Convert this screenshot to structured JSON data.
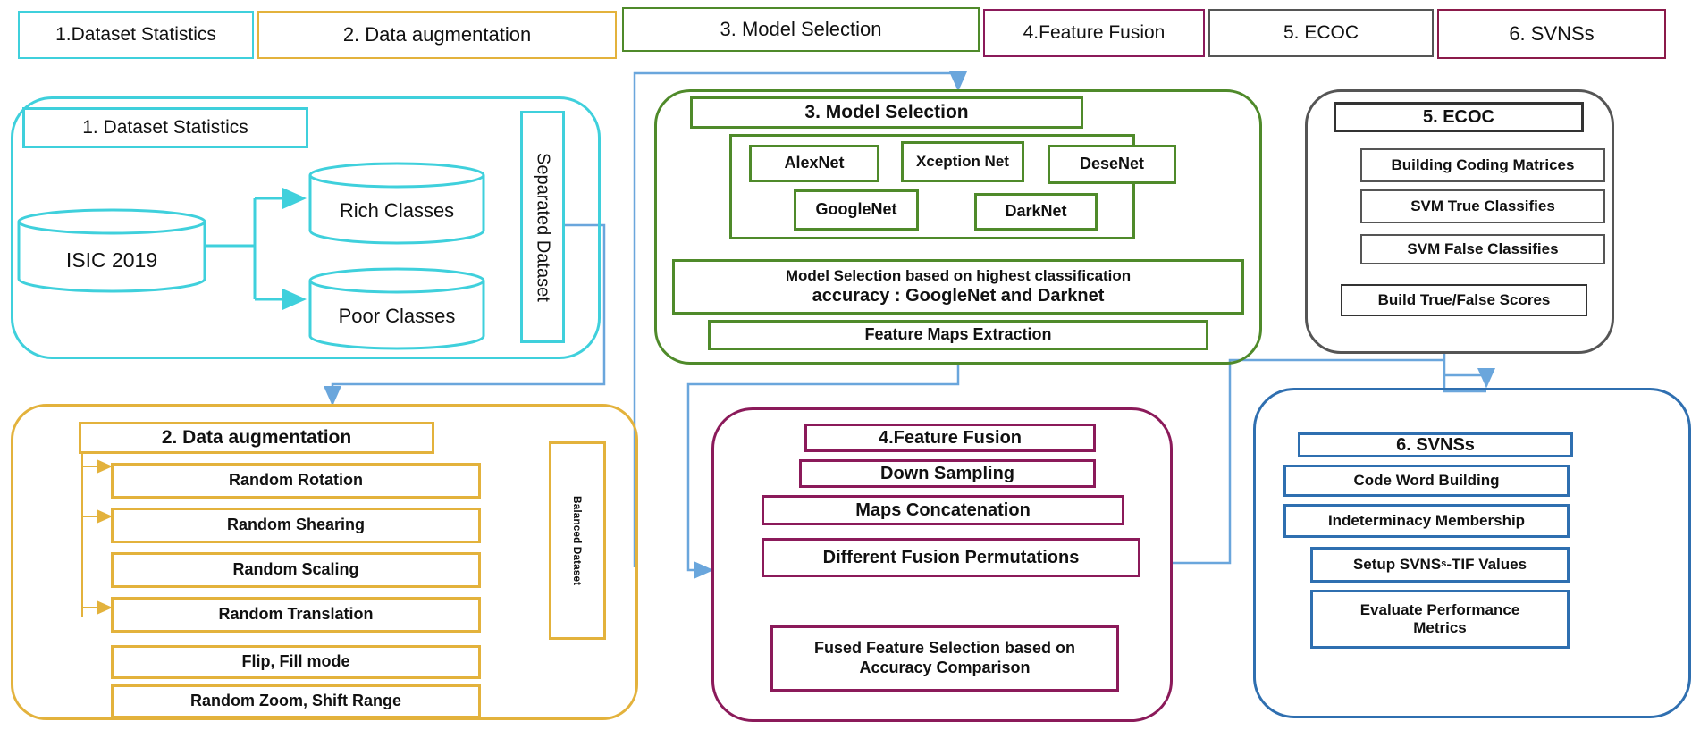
{
  "header_tabs": [
    {
      "label": "1.Dataset Statistics",
      "color": "#3fd0dc"
    },
    {
      "label": "2. Data augmentation",
      "color": "#e3b23c"
    },
    {
      "label": "3. Model Selection",
      "color": "#4f8a2a"
    },
    {
      "label": "4.Feature Fusion",
      "color": "#8b1a5a"
    },
    {
      "label": "5. ECOC",
      "color": "#555555"
    },
    {
      "label": "6. SVNSs",
      "color": "#8b1a4a"
    }
  ],
  "dataset_statistics": {
    "title": "1. Dataset Statistics",
    "source": "ISIC 2019",
    "rich": "Rich Classes",
    "poor": "Poor Classes",
    "separated": "Separated Dataset"
  },
  "data_augmentation": {
    "title": "2. Data augmentation",
    "items": [
      "Random Rotation",
      "Random Shearing",
      "Random Scaling",
      "Random Translation",
      "Flip, Fill mode",
      "Random Zoom, Shift Range"
    ],
    "balanced": "Balanced Dataset"
  },
  "model_selection": {
    "title": "3. Model Selection",
    "models": [
      "AlexNet",
      "Xception Net",
      "DeseNet",
      "GoogleNet",
      "DarkNet"
    ],
    "criterion_line1": "Model Selection based on highest classification",
    "criterion_line2": "accuracy : GoogleNet and Darknet",
    "extraction": "Feature Maps Extraction"
  },
  "feature_fusion": {
    "title": "4.Feature Fusion",
    "steps": [
      "Down Sampling",
      "Maps Concatenation",
      "Different Fusion Permutations"
    ],
    "selection": "Fused Feature Selection based on Accuracy Comparison"
  },
  "ecoc": {
    "title": "5. ECOC",
    "steps": [
      "Building Coding Matrices",
      "SVM True Classifies",
      "SVM False Classifies",
      "Build True/False Scores"
    ]
  },
  "svnss": {
    "title": "6. SVNSs",
    "steps": [
      "Code Word Building",
      "Indeterminacy Membership"
    ],
    "setup_prefix": "Setup SVNS",
    "setup_sub": "s",
    "setup_suffix": "-TIF Values",
    "evaluate": "Evaluate Performance Metrics"
  },
  "colors": {
    "cyan": "#3fd0dc",
    "gold": "#e3b23c",
    "green": "#4f8a2a",
    "magenta": "#8b1a5a",
    "gray": "#555555",
    "blue": "#2f6fb0",
    "arrow": "#6aa6dc"
  }
}
